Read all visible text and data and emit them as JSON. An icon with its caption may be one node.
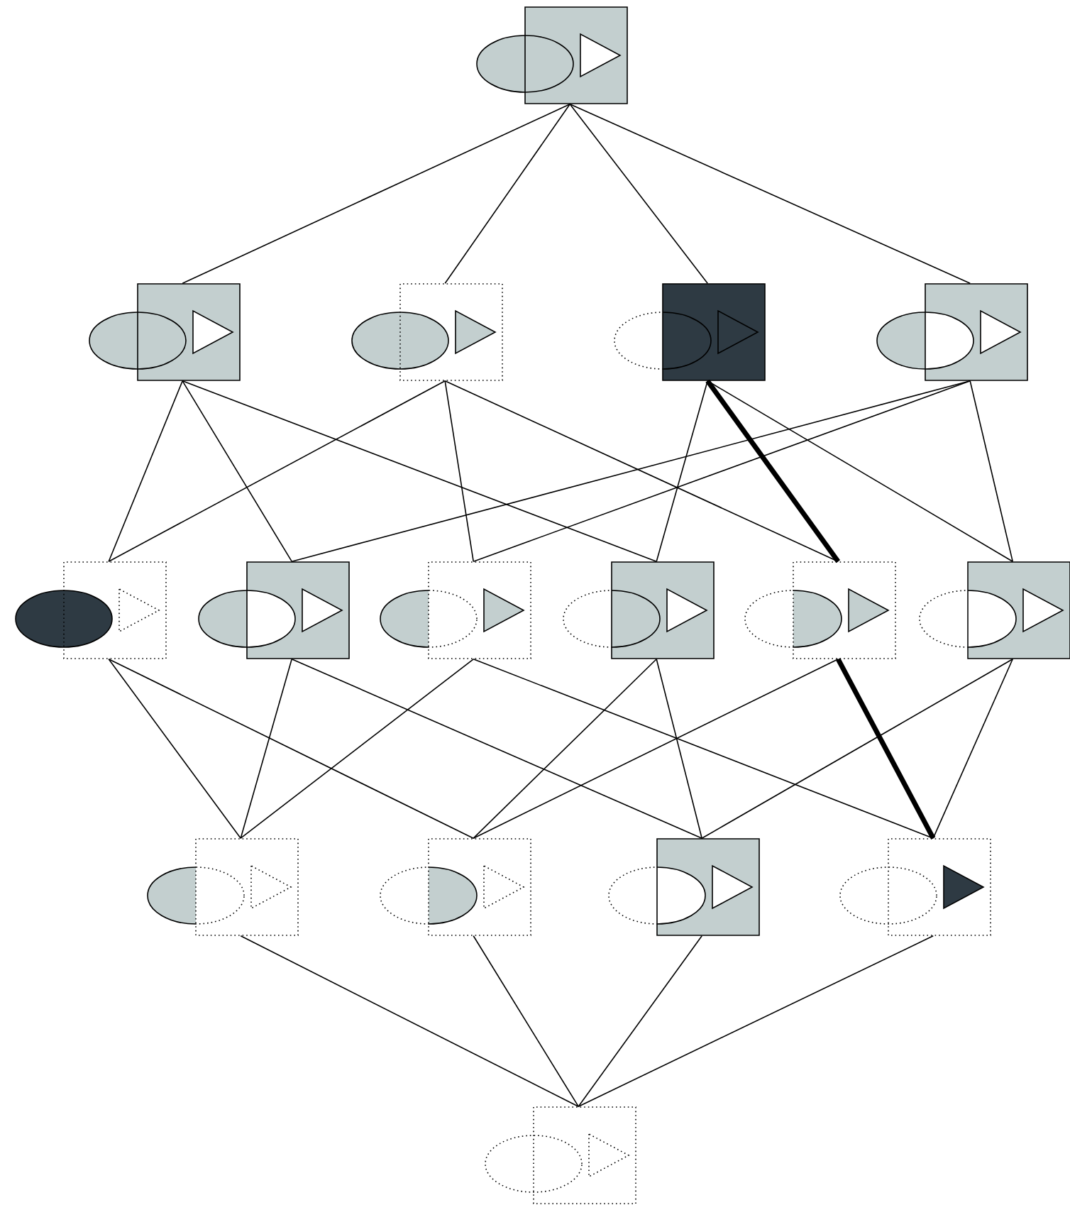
{
  "diagram": {
    "nodes": [
      {
        "text": [],
        "shape": "picture"
      },
      {
        "text": [],
        "shape": "picture"
      },
      {
        "text": [],
        "shape": "picture"
      },
      {
        "text": [],
        "shape": "picture"
      },
      {
        "text": [],
        "shape": "picture"
      },
      {
        "text": [],
        "shape": "picture"
      },
      {
        "text": [],
        "shape": "picture"
      },
      {
        "text": [],
        "shape": "picture"
      },
      {
        "text": [],
        "shape": "picture"
      },
      {
        "text": [],
        "shape": "picture"
      },
      {
        "text": [],
        "shape": "picture"
      },
      {
        "text": [],
        "shape": "picture"
      },
      {
        "text": [],
        "shape": "picture"
      },
      {
        "text": [],
        "shape": "picture"
      },
      {
        "text": [],
        "shape": "picture"
      },
      {
        "text": [],
        "shape": "picture"
      }
    ],
    "edges": [
      {
        "from": 0,
        "to": 1,
        "arrow": "none"
      },
      {
        "from": 0,
        "to": 2,
        "arrow": "none"
      },
      {
        "from": 0,
        "to": 3,
        "arrow": "none"
      },
      {
        "from": 0,
        "to": 4,
        "arrow": "none"
      },
      {
        "from": 1,
        "to": 5,
        "arrow": "none"
      },
      {
        "from": 1,
        "to": 6,
        "arrow": "none"
      },
      {
        "from": 1,
        "to": 8,
        "arrow": "none"
      },
      {
        "from": 2,
        "to": 5,
        "arrow": "none"
      },
      {
        "from": 2,
        "to": 7,
        "arrow": "none"
      },
      {
        "from": 2,
        "to": 9,
        "arrow": "none"
      },
      {
        "from": 3,
        "to": 8,
        "arrow": "none"
      },
      {
        "from": 3,
        "to": 9,
        "arrow": "none",
        "style": "thick"
      },
      {
        "from": 3,
        "to": 10,
        "arrow": "none"
      },
      {
        "from": 4,
        "to": 6,
        "arrow": "none"
      },
      {
        "from": 4,
        "to": 7,
        "arrow": "none"
      },
      {
        "from": 4,
        "to": 10,
        "arrow": "none"
      },
      {
        "from": 5,
        "to": 11,
        "arrow": "none"
      },
      {
        "from": 5,
        "to": 12,
        "arrow": "none"
      },
      {
        "from": 6,
        "to": 11,
        "arrow": "none"
      },
      {
        "from": 6,
        "to": 13,
        "arrow": "none"
      },
      {
        "from": 7,
        "to": 11,
        "arrow": "none"
      },
      {
        "from": 7,
        "to": 14,
        "arrow": "none"
      },
      {
        "from": 8,
        "to": 12,
        "arrow": "none"
      },
      {
        "from": 8,
        "to": 13,
        "arrow": "none"
      },
      {
        "from": 9,
        "to": 12,
        "arrow": "none"
      },
      {
        "from": 9,
        "to": 14,
        "arrow": "none",
        "style": "thick"
      },
      {
        "from": 10,
        "to": 13,
        "arrow": "none"
      },
      {
        "from": 10,
        "to": 14,
        "arrow": "none"
      },
      {
        "from": 11,
        "to": 15,
        "arrow": "none"
      },
      {
        "from": 12,
        "to": 15,
        "arrow": "none"
      },
      {
        "from": 13,
        "to": 15,
        "arrow": "none"
      },
      {
        "from": 14,
        "to": 15,
        "arrow": "none"
      }
    ]
  }
}
